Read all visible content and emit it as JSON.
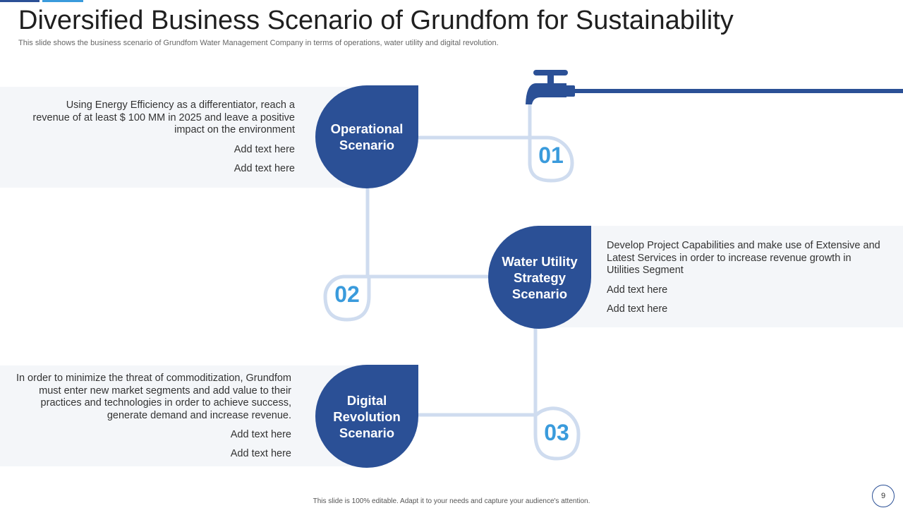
{
  "header": {
    "title": "Diversified Business Scenario of Grundfom for Sustainability",
    "subtitle": "This slide shows the business scenario of Grundfom Water Management Company in terms of operations, water utility and digital revolution."
  },
  "scenarios": [
    {
      "number": "01",
      "label": "Operational Scenario",
      "description": "Using Energy Efficiency as a differentiator, reach a revenue of at least $ 100 MM in 2025 and leave a positive impact on the environment",
      "extras": [
        "Add text here",
        "Add text here"
      ]
    },
    {
      "number": "02",
      "label": "Water Utility Strategy Scenario",
      "description": "Develop Project Capabilities and make use of Extensive and Latest Services in order to increase revenue growth in Utilities Segment",
      "extras": [
        "Add text here",
        "Add text here"
      ]
    },
    {
      "number": "03",
      "label": "Digital Revolution Scenario",
      "description": "In order to minimize the threat of commoditization, Grundfom must enter new market segments and add value to their practices and technologies in order to achieve success, generate demand and increase revenue.",
      "extras": [
        "Add text here",
        "Add text here"
      ]
    }
  ],
  "footer": {
    "note": "This slide is 100% editable. Adapt it to your needs and capture your audience's attention.",
    "page_number": "9"
  },
  "colors": {
    "primary": "#2b5096",
    "accent": "#3a9bdc",
    "pipe": "#cfdcef",
    "panel": "#f4f6f9"
  },
  "icons": {
    "tap": "water-tap-icon"
  }
}
